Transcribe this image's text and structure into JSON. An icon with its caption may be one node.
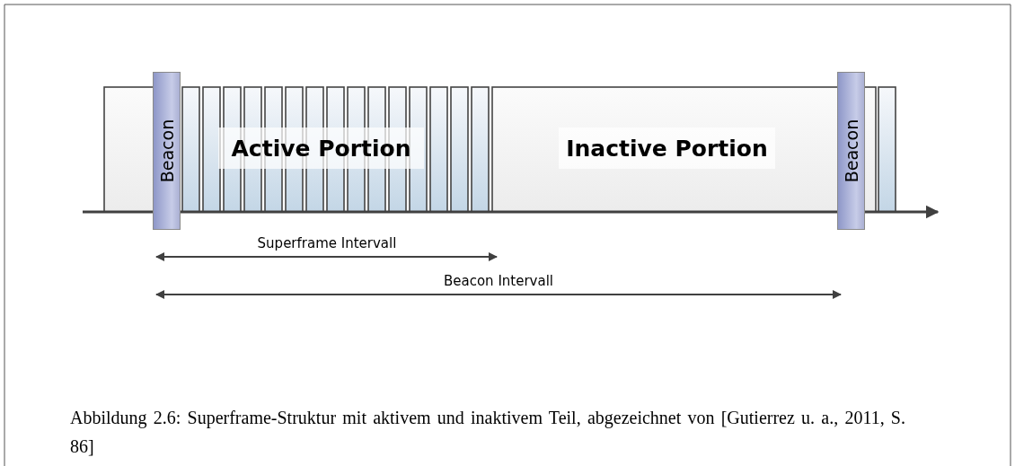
{
  "diagram": {
    "caption": "Abbildung 2.6: Superframe-Struktur mit aktivem und inaktivem Teil, abgezeichnet von [Gutierrez u. a., 2011, S. 86]",
    "nodes": [
      {
        "text": [
          "Beacon"
        ]
      },
      {
        "text": [
          "Active Portion"
        ]
      },
      {
        "text": [
          "Inactive Portion"
        ]
      },
      {
        "text": [
          "Beacon"
        ]
      }
    ],
    "labels": [
      "Superframe Intervall",
      "Beacon Intervall"
    ]
  }
}
